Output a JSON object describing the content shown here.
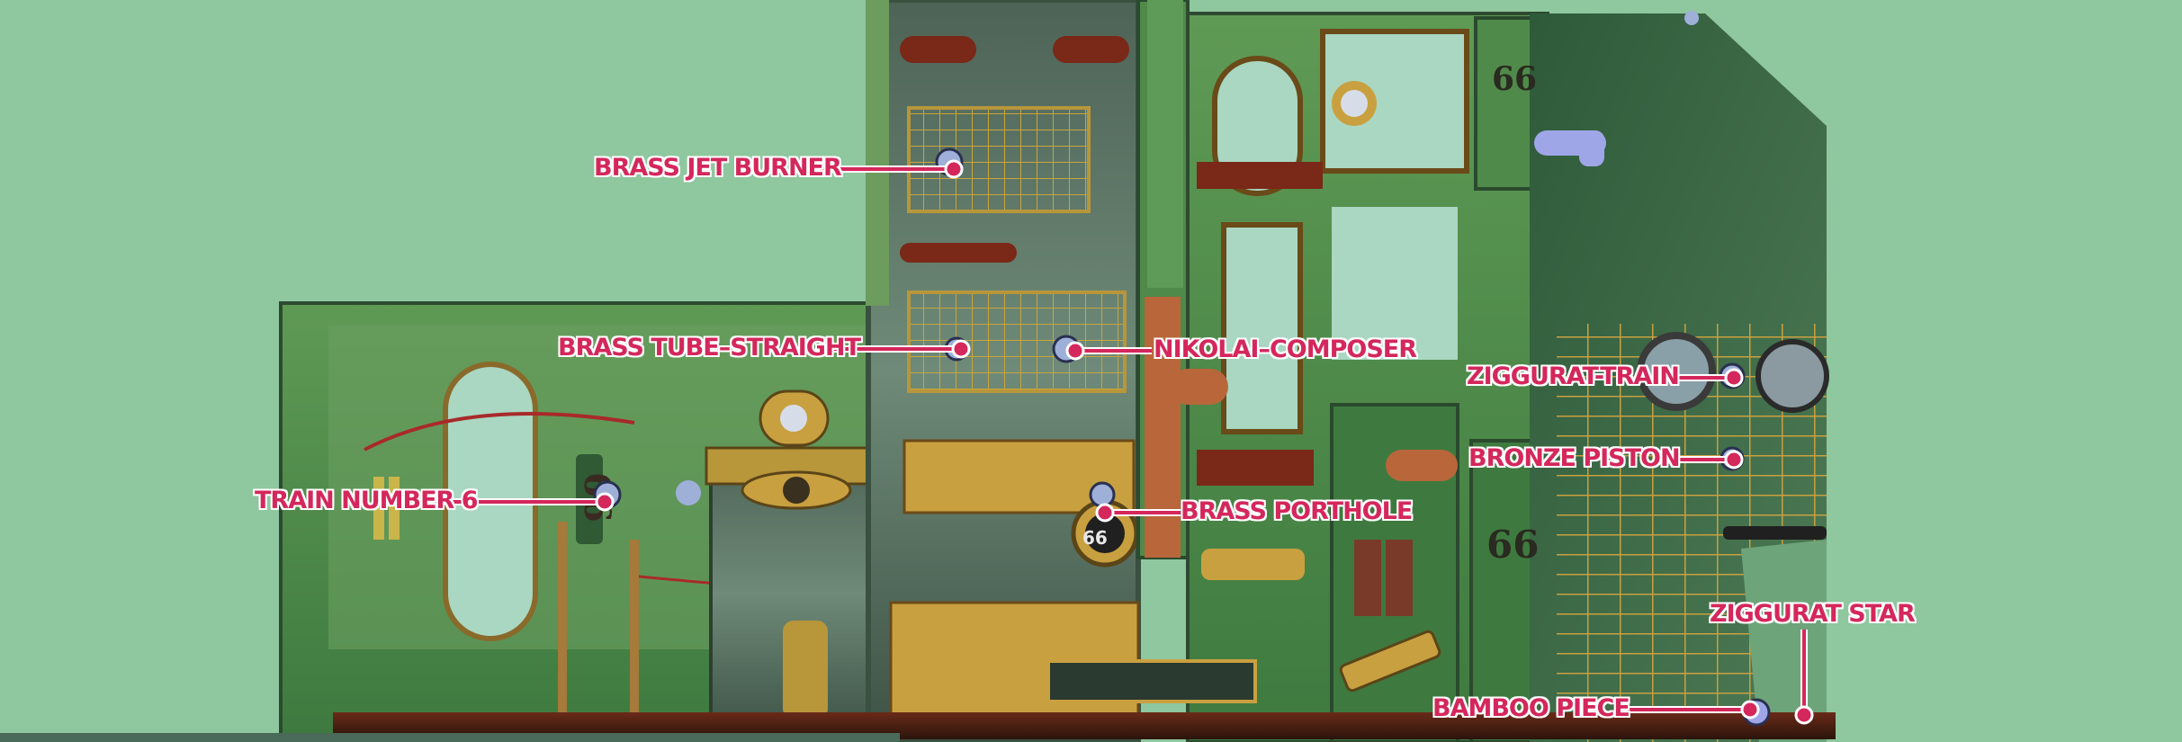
{
  "labels": {
    "brass_jet_burner": "BRASS JET BURNER",
    "brass_tube_straight": "BRASS TUBE–STRAIGHT",
    "nikolai_composer": "NIKOLAI–COMPOSER",
    "train_number_6": "TRAIN NUMBER 6",
    "brass_porthole": "BRASS PORTHOLE",
    "ziggurat_train": "ZIGGURAT-TRAIN",
    "bronze_piston": "BRONZE PISTON",
    "ziggurat_star": "ZIGGURAT STAR",
    "bamboo_piece": "BAMBOO PIECE"
  },
  "sign_text": {
    "sign_66_a": "66",
    "sign_66_b": "66",
    "sign_66_c": "66",
    "sign_66_d": "66",
    "sign_19": "19"
  },
  "colors": {
    "background": "#8fc79f",
    "label": "#d4275b",
    "panel_green": "#4f8a4a",
    "dark_panel": "#3f5447",
    "brass": "#b8963a",
    "lava": "#8a2a1a"
  }
}
